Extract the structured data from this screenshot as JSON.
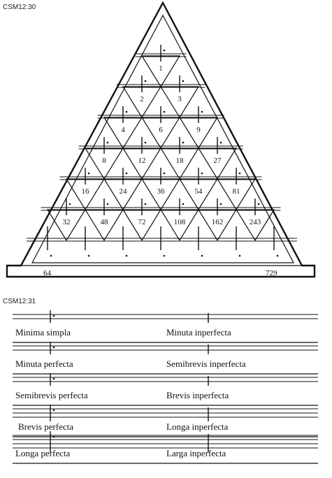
{
  "captions": {
    "pyramid": "CSM12:30",
    "staff": "CSM12:31"
  },
  "pyramid_rows": [
    [
      "1"
    ],
    [
      "2",
      "3"
    ],
    [
      "4",
      "6",
      "9"
    ],
    [
      "8",
      "12",
      "18",
      "27"
    ],
    [
      "16",
      "24",
      "36",
      "54",
      "81"
    ],
    [
      "32",
      "48",
      "72",
      "108",
      "162",
      "243"
    ]
  ],
  "base": {
    "left": "64",
    "right": "729"
  },
  "staff_rows": [
    {
      "left": "Minima simpla",
      "right": "Minuta inperfecta"
    },
    {
      "left": "Minuta perfecta",
      "right": "Semibrevis inperfecta"
    },
    {
      "left": "Semibrevis perfecta",
      "right": "Brevis inperfecta"
    },
    {
      "left": "Brevis perfecta",
      "right": "Longa inperfecta"
    },
    {
      "left": "Longa perfecta",
      "right": "Larga inperfecta"
    }
  ]
}
